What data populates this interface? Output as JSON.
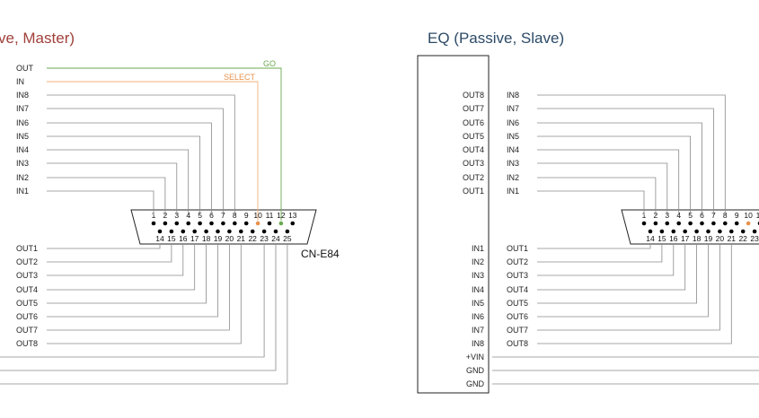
{
  "left": {
    "title": "ve, Master)",
    "connector_name": "CN-E84",
    "top_labels": [
      "OUT",
      "IN",
      "IN8",
      "IN7",
      "IN6",
      "IN5",
      "IN4",
      "IN3",
      "IN2",
      "IN1"
    ],
    "signal_go": "GO",
    "signal_select": "SELECT",
    "bottom_labels": [
      "OUT1",
      "OUT2",
      "OUT3",
      "OUT4",
      "OUT5",
      "OUT6",
      "OUT7",
      "OUT8"
    ]
  },
  "right": {
    "title": "EQ (Passive, Slave)",
    "box_top": [
      "OUT8",
      "OUT7",
      "OUT6",
      "OUT5",
      "OUT4",
      "OUT3",
      "OUT2",
      "OUT1"
    ],
    "box_bottom": [
      "IN1",
      "IN2",
      "IN3",
      "IN4",
      "IN5",
      "IN6",
      "IN7",
      "IN8",
      "+VIN",
      "GND",
      "GND"
    ],
    "top_labels": [
      "IN8",
      "IN7",
      "IN6",
      "IN5",
      "IN4",
      "IN3",
      "IN2",
      "IN1"
    ],
    "bottom_labels": [
      "OUT1",
      "OUT2",
      "OUT3",
      "OUT4",
      "OUT5",
      "OUT6",
      "OUT7",
      "OUT8"
    ]
  },
  "pins_top": [
    "1",
    "2",
    "3",
    "4",
    "5",
    "6",
    "7",
    "8",
    "9",
    "10",
    "11",
    "12",
    "13"
  ],
  "pins_bottom": [
    "14",
    "15",
    "16",
    "17",
    "18",
    "19",
    "20",
    "21",
    "22",
    "23",
    "24",
    "25"
  ],
  "colors": {
    "go": "#6aa84f",
    "select": "#e6914c",
    "title_left": "#a0403a",
    "title_right": "#2c4a66"
  }
}
